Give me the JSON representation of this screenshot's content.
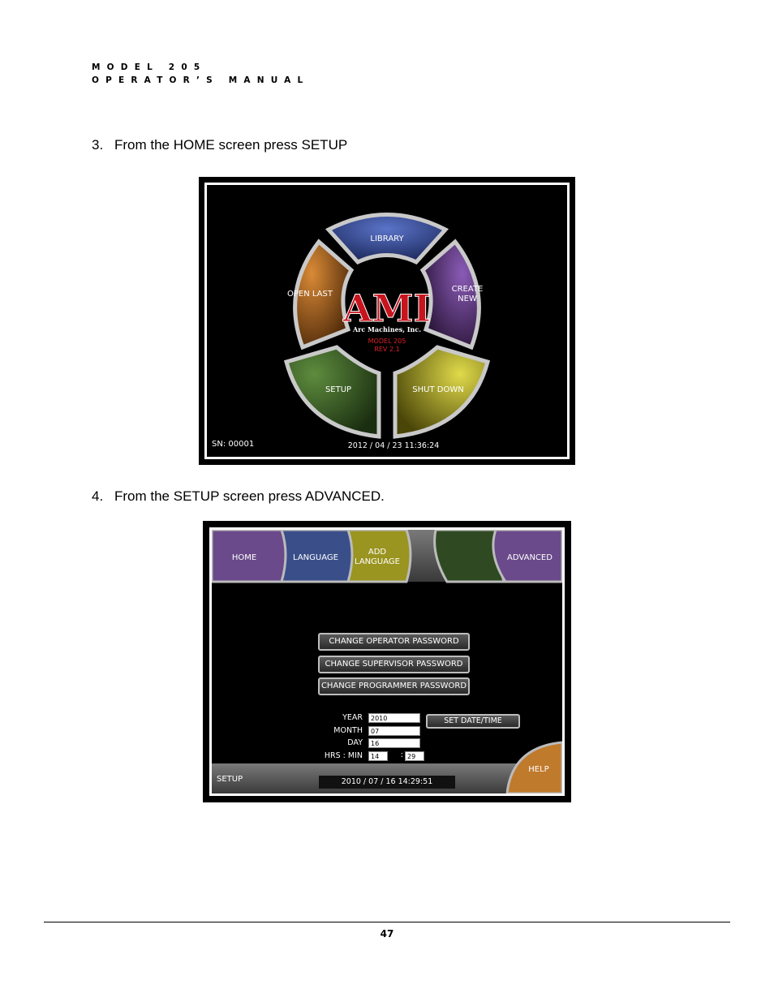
{
  "header": {
    "line1": "MODEL 205",
    "line2": "OPERATOR’S MANUAL"
  },
  "steps": [
    {
      "num": "3.",
      "text": "From the HOME screen press SETUP"
    },
    {
      "num": "4.",
      "text": "From the SETUP screen press ADVANCED."
    }
  ],
  "home_screen": {
    "buttons": {
      "library": "LIBRARY",
      "open_last_1": "OPEN LAST",
      "create_new_1": "CREATE",
      "create_new_2": "NEW",
      "setup": "SETUP",
      "shut_down": "SHUT DOWN"
    },
    "logo": {
      "main": "AMI",
      "company": "Arc Machines, Inc.",
      "model": "MODEL 205",
      "rev": "REV 2.1"
    },
    "serial": "SN: 00001",
    "datetime": "2012 / 04 / 23   11:36:24",
    "colors": {
      "library": "#3a4f9e",
      "open_last": "#b86a22",
      "create_new": "#6a3f8f",
      "setup": "#3f6a2a",
      "shut_down": "#b8b22a"
    }
  },
  "setup_screen": {
    "tabs": {
      "home": "HOME",
      "language": "LANGUAGE",
      "add_language_1": "ADD",
      "add_language_2": "LANGUAGE",
      "advanced": "ADVANCED"
    },
    "password_buttons": [
      "CHANGE OPERATOR PASSWORD",
      "CHANGE SUPERVISOR PASSWORD",
      "CHANGE PROGRAMMER PASSWORD"
    ],
    "fields": {
      "year_label": "YEAR",
      "year_value": "2010",
      "month_label": "MONTH",
      "month_value": "07",
      "day_label": "DAY",
      "day_value": "16",
      "hrsmin_label": "HRS : MIN",
      "hrs_value": "14",
      "colon": ":",
      "min_value": "29"
    },
    "set_datetime_button": "SET DATE/TIME",
    "status_label": "SETUP",
    "datetime": "2010 / 07 / 16   14:29:51",
    "help_button": "HELP"
  },
  "footer": {
    "page_number": "47"
  }
}
